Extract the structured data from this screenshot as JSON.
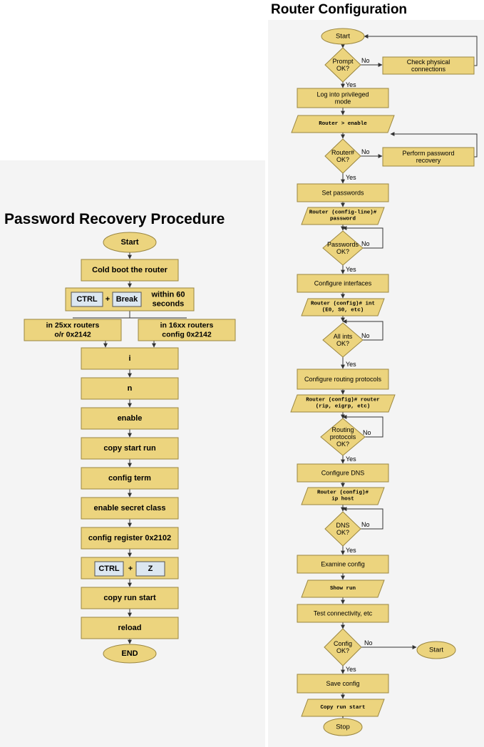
{
  "titles": {
    "router": "Router Configuration",
    "password": "Password Recovery Procedure"
  },
  "colors": {
    "node_fill": "#ecd47e",
    "node_stroke": "#9a8640",
    "key_fill": "#dce7f1",
    "line": "#333333"
  },
  "password_recovery": {
    "start": "Start",
    "steps": [
      "Cold boot the router"
    ],
    "keys1": {
      "a": "CTRL",
      "plus": "+",
      "b": "Break",
      "note": [
        "within 60",
        "seconds"
      ]
    },
    "branch_a": [
      "in 25xx routers",
      "o/r 0x2142"
    ],
    "branch_b": [
      "in 16xx routers",
      "config 0x2142"
    ],
    "commands": [
      "i",
      "n",
      "enable",
      "copy start run",
      "config term",
      "enable secret class",
      "config register 0x2102"
    ],
    "keys2": {
      "a": "CTRL",
      "plus": "+",
      "b": "Z"
    },
    "final_steps": [
      "copy run start",
      "reload"
    ],
    "end": "END"
  },
  "router_configuration": {
    "start": "Start",
    "decision1": [
      "Prompt",
      "OK?"
    ],
    "no_label": "No",
    "yes_label": "Yes",
    "check_physical": [
      "Check physical",
      "connections"
    ],
    "login": [
      "Log into privileged",
      "mode"
    ],
    "cmd_enable": "Router > enable",
    "decision2": [
      "Router#",
      "OK?"
    ],
    "perform_recovery": [
      "Perform password",
      "recovery"
    ],
    "set_passwords": "Set passwords",
    "cmd_password": [
      "Router (config-line)#",
      "password"
    ],
    "decision3": [
      "Passwords",
      "OK?"
    ],
    "configure_interfaces": "Configure interfaces",
    "cmd_int": [
      "Router (config)# int",
      "(E0, S0, etc)"
    ],
    "decision4": [
      "All ints",
      "OK?"
    ],
    "configure_routing": "Configure routing protocols",
    "cmd_router": [
      "Router (config)# router",
      "(rip, eigrp, etc)"
    ],
    "decision5": [
      "Routing",
      "protocols",
      "OK?"
    ],
    "configure_dns": "Configure DNS",
    "cmd_ip_host": [
      "Router (config)#",
      "ip host"
    ],
    "decision6": [
      "DNS",
      "OK?"
    ],
    "examine_config": "Examine config",
    "cmd_show_run": "Show run",
    "test_connectivity": "Test connectivity, etc",
    "decision7": [
      "Config",
      "OK?"
    ],
    "start_again": "Start",
    "save_config": "Save config",
    "cmd_copy_run_start": "Copy run start",
    "stop": "Stop"
  }
}
